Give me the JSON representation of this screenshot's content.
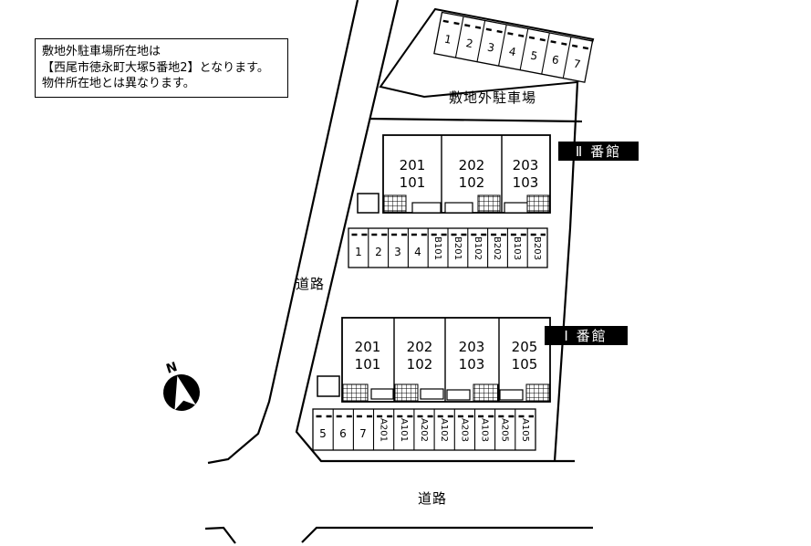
{
  "note_box": {
    "line1": "敷地外駐車場所在地は",
    "line2": "【西尾市徳永町大塚5番地2】となります。",
    "line3": "物件所在地とは異なります。"
  },
  "labels": {
    "offsite_parking_caption": "敷地外駐車場",
    "road_left": "道路",
    "road_bottom": "道路",
    "north": "N"
  },
  "offsite_lot": {
    "stalls": [
      "1",
      "2",
      "3",
      "4",
      "5",
      "6",
      "7"
    ]
  },
  "parking_middle_row": {
    "stalls": [
      "1",
      "2",
      "3",
      "4",
      "B101",
      "B201",
      "B102",
      "B202",
      "B103",
      "B203"
    ]
  },
  "parking_bottom_row": {
    "stalls": [
      "5",
      "6",
      "7",
      "A201",
      "A101",
      "A202",
      "A102",
      "A203",
      "A103",
      "A205",
      "A105"
    ]
  },
  "buildings": {
    "ii": {
      "name": "Ⅱ 番館",
      "units": [
        {
          "upper": "201",
          "lower": "101"
        },
        {
          "upper": "202",
          "lower": "102"
        },
        {
          "upper": "203",
          "lower": "103"
        }
      ]
    },
    "i": {
      "name": "Ⅰ 番館",
      "units": [
        {
          "upper": "201",
          "lower": "101"
        },
        {
          "upper": "202",
          "lower": "102"
        },
        {
          "upper": "203",
          "lower": "103"
        },
        {
          "upper": "205",
          "lower": "105"
        }
      ]
    }
  },
  "colors": {
    "line": "#000000",
    "background": "#ffffff",
    "banner_bg": "#000000",
    "banner_fg": "#ffffff"
  }
}
